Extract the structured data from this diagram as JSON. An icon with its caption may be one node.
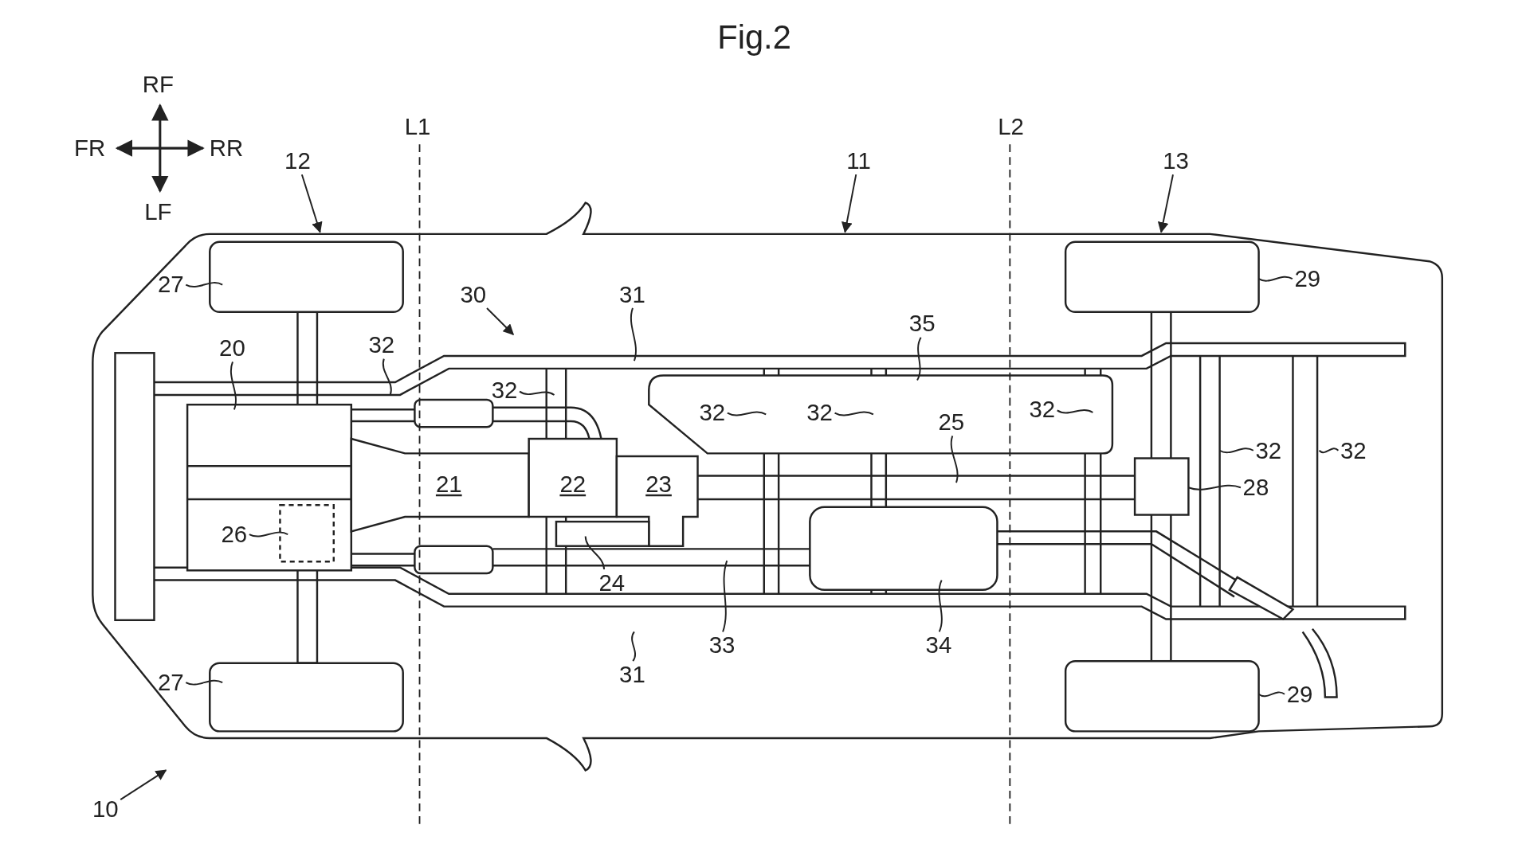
{
  "diagram": {
    "title": "Fig.2",
    "nodes": [
      {
        "text": [
          "12"
        ]
      },
      {
        "text": [
          "11"
        ]
      },
      {
        "text": [
          "13"
        ]
      },
      {
        "text": [
          "27"
        ]
      },
      {
        "text": [
          "29"
        ]
      },
      {
        "text": [
          "30"
        ]
      },
      {
        "text": [
          "31"
        ]
      },
      {
        "text": [
          "35"
        ]
      },
      {
        "text": [
          "20"
        ]
      },
      {
        "text": [
          "32"
        ]
      },
      {
        "text": [
          "32"
        ]
      },
      {
        "text": [
          "32"
        ]
      },
      {
        "text": [
          "32"
        ]
      },
      {
        "text": [
          "25"
        ]
      },
      {
        "text": [
          "32"
        ]
      },
      {
        "text": [
          "32"
        ]
      },
      {
        "text": [
          "32"
        ]
      },
      {
        "text": [
          "28"
        ]
      },
      {
        "text": [
          "26"
        ]
      },
      {
        "text": [
          "24"
        ]
      },
      {
        "text": [
          "33"
        ]
      },
      {
        "text": [
          "34"
        ]
      },
      {
        "text": [
          "31"
        ]
      },
      {
        "text": [
          "27"
        ]
      },
      {
        "text": [
          "29"
        ]
      },
      {
        "text": [
          "10"
        ]
      }
    ],
    "edges": [
      {
        "from": 0,
        "to": null,
        "arrow": "to"
      },
      {
        "from": 1,
        "to": null,
        "arrow": "to"
      },
      {
        "from": 2,
        "to": null,
        "arrow": "to"
      },
      {
        "from": 3,
        "to": null,
        "arrow": "none"
      },
      {
        "from": 4,
        "to": null,
        "arrow": "none"
      },
      {
        "from": 5,
        "to": null,
        "arrow": "to"
      },
      {
        "from": 6,
        "to": null,
        "arrow": "none"
      },
      {
        "from": 7,
        "to": null,
        "arrow": "none"
      },
      {
        "from": 8,
        "to": null,
        "arrow": "none"
      },
      {
        "from": 9,
        "to": null,
        "arrow": "none"
      },
      {
        "from": 10,
        "to": null,
        "arrow": "none"
      },
      {
        "from": 11,
        "to": null,
        "arrow": "none"
      },
      {
        "from": 12,
        "to": null,
        "arrow": "none"
      },
      {
        "from": 13,
        "to": null,
        "arrow": "none"
      },
      {
        "from": 14,
        "to": null,
        "arrow": "none"
      },
      {
        "from": 15,
        "to": null,
        "arrow": "none"
      },
      {
        "from": 16,
        "to": null,
        "arrow": "none"
      },
      {
        "from": 17,
        "to": null,
        "arrow": "none"
      },
      {
        "from": 18,
        "to": null,
        "arrow": "none"
      },
      {
        "from": 19,
        "to": null,
        "arrow": "none"
      },
      {
        "from": 20,
        "to": null,
        "arrow": "none"
      },
      {
        "from": 21,
        "to": null,
        "arrow": "none"
      },
      {
        "from": 22,
        "to": null,
        "arrow": "none"
      },
      {
        "from": 23,
        "to": null,
        "arrow": "none"
      },
      {
        "from": 24,
        "to": null,
        "arrow": "none"
      },
      {
        "from": 25,
        "to": null,
        "arrow": "to"
      }
    ],
    "labels": [
      "RF",
      "FR",
      "RR",
      "LF",
      "L1",
      "L2",
      "21",
      "22",
      "23"
    ]
  }
}
